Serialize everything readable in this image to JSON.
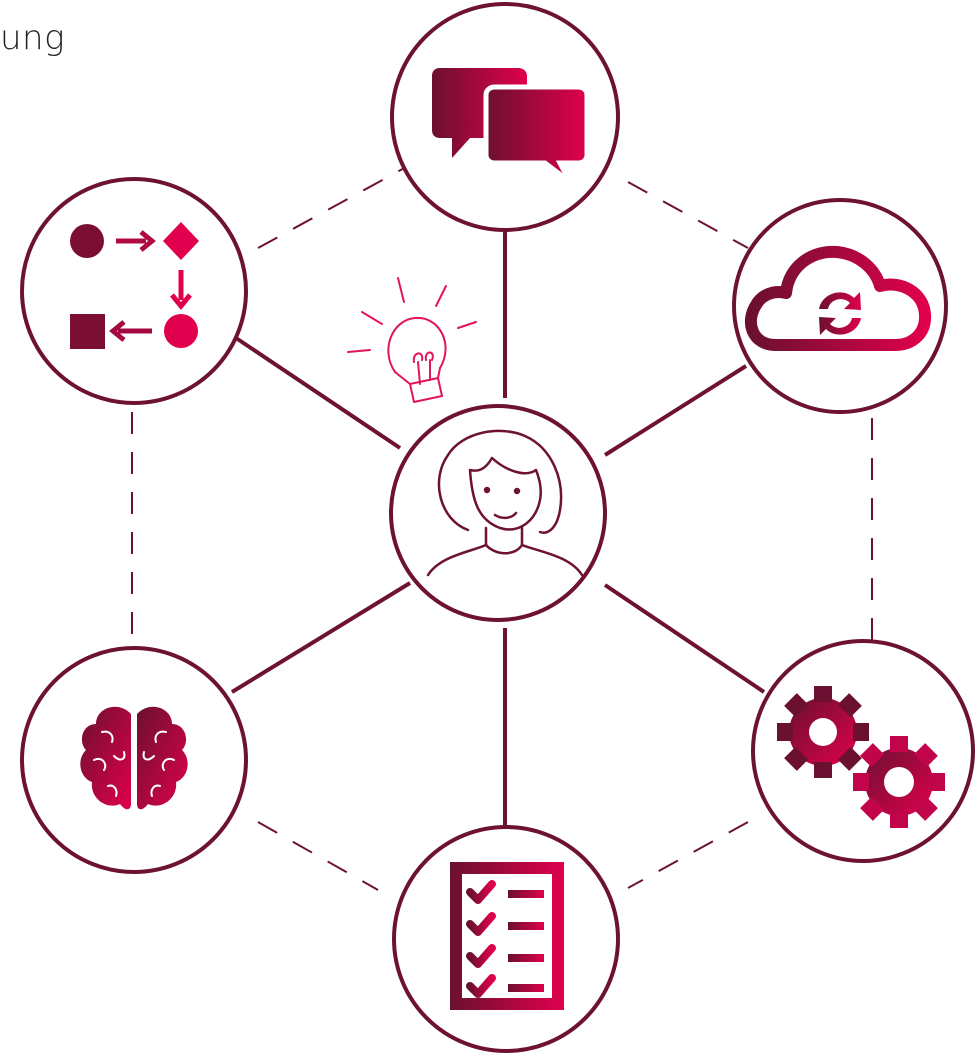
{
  "header": {
    "text": "ung"
  },
  "colors": {
    "outline": "#6e1234",
    "gradient_start": "#6b1030",
    "gradient_end": "#e0004d",
    "bulb": "#e0155a"
  },
  "nodes": [
    {
      "id": "center",
      "icon": "person-icon"
    },
    {
      "id": "top",
      "icon": "chat-bubbles-icon"
    },
    {
      "id": "top-right",
      "icon": "cloud-sync-icon"
    },
    {
      "id": "bottom-right",
      "icon": "gears-icon"
    },
    {
      "id": "bottom",
      "icon": "checklist-icon"
    },
    {
      "id": "bottom-left",
      "icon": "brain-icon"
    },
    {
      "id": "top-left",
      "icon": "process-flow-icon"
    }
  ],
  "decor": {
    "icon": "lightbulb-icon"
  }
}
